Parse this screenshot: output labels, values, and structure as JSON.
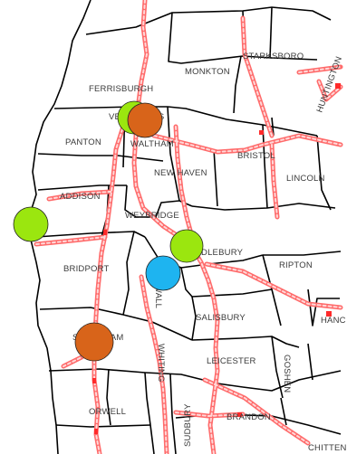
{
  "map": {
    "towns": [
      {
        "name": "FERRISBURGH"
      },
      {
        "name": "MONKTON"
      },
      {
        "name": "STARKSBORO"
      },
      {
        "name": "VERGENNES"
      },
      {
        "name": "PANTON"
      },
      {
        "name": "WALTHAM"
      },
      {
        "name": "BRISTOL"
      },
      {
        "name": "NEW HAVEN"
      },
      {
        "name": "LINCOLN"
      },
      {
        "name": "ADDISON"
      },
      {
        "name": "WEYBRIDGE"
      },
      {
        "name": "MIDDLEBURY"
      },
      {
        "name": "BRIDPORT"
      },
      {
        "name": "RIPTON"
      },
      {
        "name": "SALISBURY"
      },
      {
        "name": "SHOREHAM"
      },
      {
        "name": "LEICESTER"
      },
      {
        "name": "ORWELL"
      },
      {
        "name": "SUDBURY"
      },
      {
        "name": "BRANDON"
      },
      {
        "name": "CHITTEN"
      },
      {
        "name": "HANC"
      },
      {
        "name": "GOSHEN"
      },
      {
        "name": "WHITING"
      },
      {
        "name": "CORNWALL"
      },
      {
        "name": "HUNTINGTON"
      }
    ],
    "markers": [
      {
        "color": "#9be60f"
      },
      {
        "color": "#d8641a"
      },
      {
        "color": "#9be60f"
      },
      {
        "color": "#9be60f"
      },
      {
        "color": "#1eb4f0"
      },
      {
        "color": "#d8641a"
      }
    ],
    "colors": {
      "boundary": "#000000",
      "road": "#ff5a5a",
      "road_fill": "#ffd8d8",
      "water": "#ffffff"
    }
  }
}
